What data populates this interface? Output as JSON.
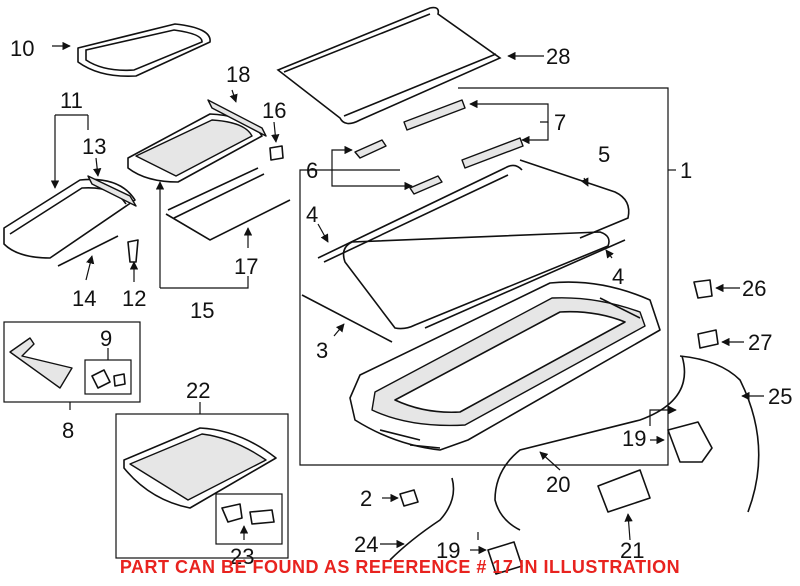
{
  "callouts": {
    "c1": "1",
    "c2": "2",
    "c3": "3",
    "c4a": "4",
    "c4b": "4",
    "c5": "5",
    "c6": "6",
    "c7": "7",
    "c8": "8",
    "c9": "9",
    "c10": "10",
    "c11": "11",
    "c12": "12",
    "c13": "13",
    "c14": "14",
    "c15": "15",
    "c16": "16",
    "c17": "17",
    "c18": "18",
    "c19a": "19",
    "c19b": "19",
    "c20": "20",
    "c21": "21",
    "c22": "22",
    "c23": "23",
    "c24": "24",
    "c25": "25",
    "c26": "26",
    "c27": "27",
    "c28": "28"
  },
  "footer_note": "PART CAN BE FOUND AS REFERENCE # 17 IN ILLUSTRATION",
  "colors": {
    "line": "#111111",
    "note": "#e8231f",
    "background": "#ffffff"
  }
}
